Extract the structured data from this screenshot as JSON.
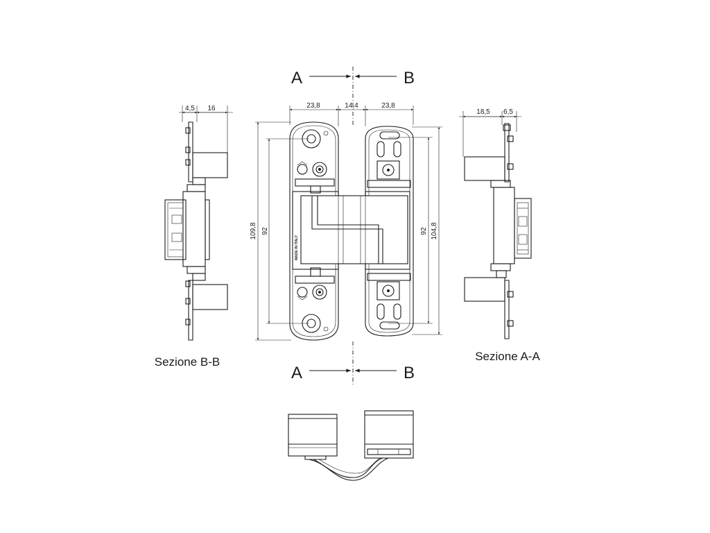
{
  "section_markers": {
    "left": "A",
    "right": "B"
  },
  "dimensions": {
    "front_top_left": "23,8",
    "front_top_middle": "14,4",
    "front_top_right": "23,8",
    "front_height_outer": "109,8",
    "front_height_inner_left": "92",
    "front_height_inner_right": "92",
    "front_height_outer_right": "104,8",
    "bb_top_small": "4,5",
    "bb_top_large": "16",
    "aa_top_large": "18,5",
    "aa_top_small": "6,5"
  },
  "captions": {
    "section_bb": "Sezione B-B",
    "section_aa": "Sezione A-A"
  },
  "engraving": "MADE IN ITALY"
}
